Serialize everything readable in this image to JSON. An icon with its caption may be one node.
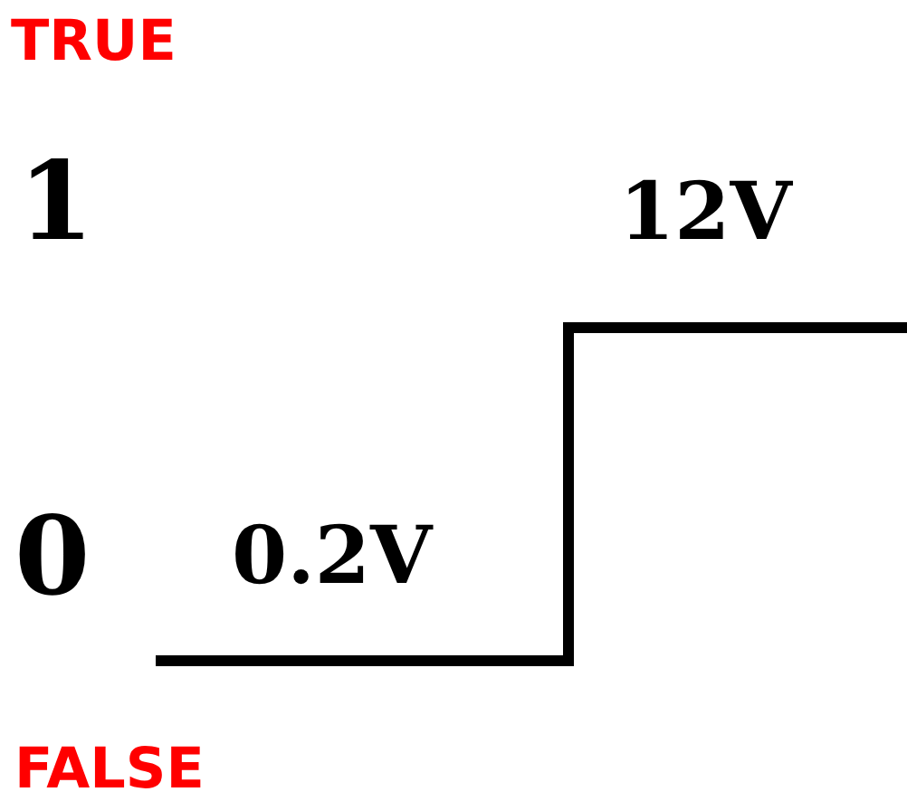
{
  "diagram": {
    "labels": [
      "TRUE",
      "1",
      "12V",
      "0",
      "0.2V",
      "FALSE"
    ]
  }
}
